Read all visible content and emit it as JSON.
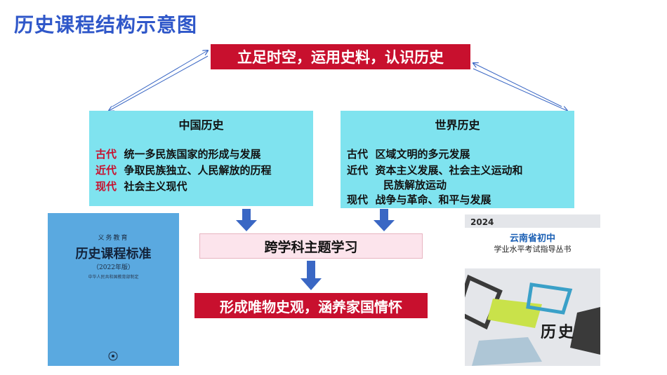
{
  "title": "历史课程结构示意图",
  "top_goal": "立足时空，运用史料，认识历史",
  "china": {
    "heading": "中国历史",
    "rows": [
      {
        "era": "古代",
        "text": "统一多民族国家的形成与发展"
      },
      {
        "era": "近代",
        "text": "争取民族独立、人民解放的历程"
      },
      {
        "era": "现代",
        "text": "社会主义现代"
      }
    ]
  },
  "world": {
    "heading": "世界历史",
    "rows": [
      {
        "era": "古代",
        "text": "区域文明的多元发展"
      },
      {
        "era": "近代",
        "text": "资本主义发展、社会主义运动和"
      },
      {
        "era": "",
        "text": "民族解放运动"
      },
      {
        "era": "现代",
        "text": "战争与革命、和平与发展"
      }
    ]
  },
  "middle": "跨学科主题学习",
  "bottom_goal": "形成唯物史观，涵养家国情怀",
  "book_left": {
    "line1": "义务教育",
    "line2": "历史课程标准",
    "line3": "（2022年版）",
    "line4": "中华人民共和国教育部制定"
  },
  "book_right": {
    "year": "2024",
    "line1": "云南省初中",
    "line2": "学业水平考试指导丛书",
    "subject": "历史"
  },
  "colors": {
    "title": "#2f57c9",
    "red_box": "#c8102e",
    "panel": "#7fe3ef",
    "arrow": "#3a67c4",
    "pink": "#fce4ec"
  }
}
